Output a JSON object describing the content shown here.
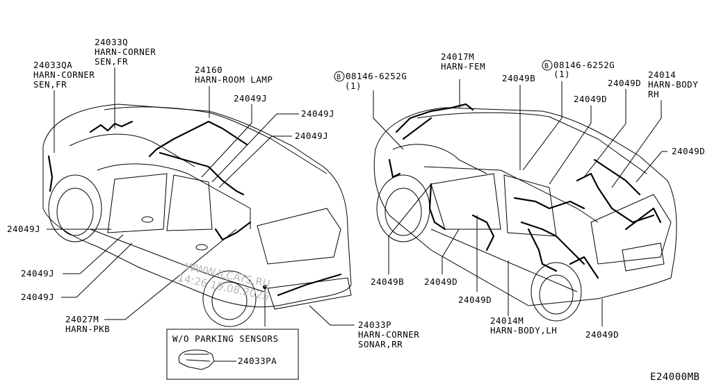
{
  "diagram_id": "E24000MB",
  "watermark": {
    "line1": "WWW.ILCATS.RU",
    "line2": "14:26 19.08.2025"
  },
  "inset": {
    "title": "W/O PARKING SENSORS",
    "part": "24033PA"
  },
  "left_car_callouts": [
    {
      "part": "24033QA",
      "desc1": "HARN-CORNER",
      "desc2": "SEN,FR"
    },
    {
      "part": "24033Q",
      "desc1": "HARN-CORNER",
      "desc2": "SEN,FR"
    },
    {
      "part": "24160",
      "desc1": "HARN-ROOM LAMP"
    },
    {
      "part": "24049J"
    },
    {
      "part": "24049J"
    },
    {
      "part": "24049J"
    },
    {
      "part": "24049J"
    },
    {
      "part": "24049J"
    },
    {
      "part": "24049J"
    },
    {
      "part": "24027M",
      "desc1": "HARN-PKB"
    },
    {
      "part": "24033P",
      "desc1": "HARN-CORNER",
      "desc2": "SONAR,RR"
    }
  ],
  "right_car_callouts": [
    {
      "badge": "B",
      "part": "08146-6252G",
      "qty": "(1)"
    },
    {
      "part": "24017M",
      "desc1": "HARN-FEM"
    },
    {
      "part": "24049B"
    },
    {
      "badge": "B",
      "part": "08146-6252G",
      "qty": "(1)"
    },
    {
      "part": "24049D"
    },
    {
      "part": "24049D"
    },
    {
      "part": "24014",
      "desc1": "HARN-BODY",
      "desc2": "RH"
    },
    {
      "part": "24049D"
    },
    {
      "part": "24049B"
    },
    {
      "part": "24049D"
    },
    {
      "part": "24049D"
    },
    {
      "part": "24014M",
      "desc1": "HARN-BODY,LH"
    },
    {
      "part": "24049D"
    }
  ]
}
